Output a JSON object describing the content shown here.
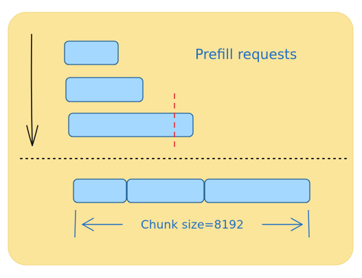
{
  "diagram": {
    "title": "Prefill requests",
    "chunk_label": "Chunk size=8192",
    "colors": {
      "panel_background": "#fbe59a",
      "block_fill": "#a5d8ff",
      "block_stroke": "#1e5f96",
      "label_text": "#1f6ec4",
      "arrow": "#111111",
      "dashed_cut": "#e03131",
      "separator": "#1a1a1a"
    },
    "requests_count": 3,
    "chunk_segments": 3
  }
}
